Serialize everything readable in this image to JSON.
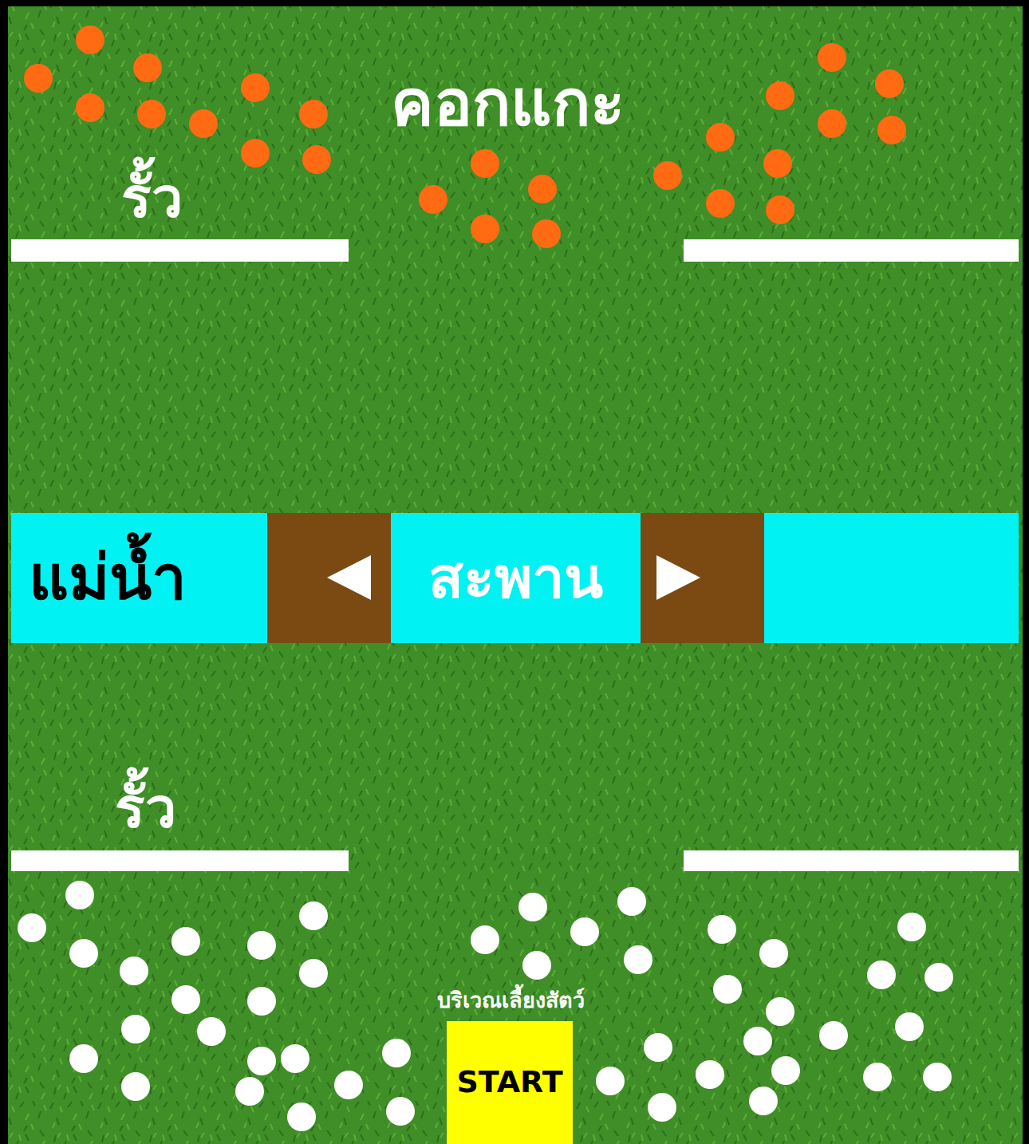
{
  "diagram": {
    "nodes": [
      {
        "text": [
          "แม่น้ำ"
        ]
      },
      {
        "text": [
          "สะพาน"
        ],
        "in": 0
      },
      {
        "text": [
          "START"
        ]
      }
    ],
    "labels": [
      "คอกแกะ",
      "รั้ว",
      "รั้ว",
      "บริเวณเลี้ยงสัตว์"
    ]
  }
}
